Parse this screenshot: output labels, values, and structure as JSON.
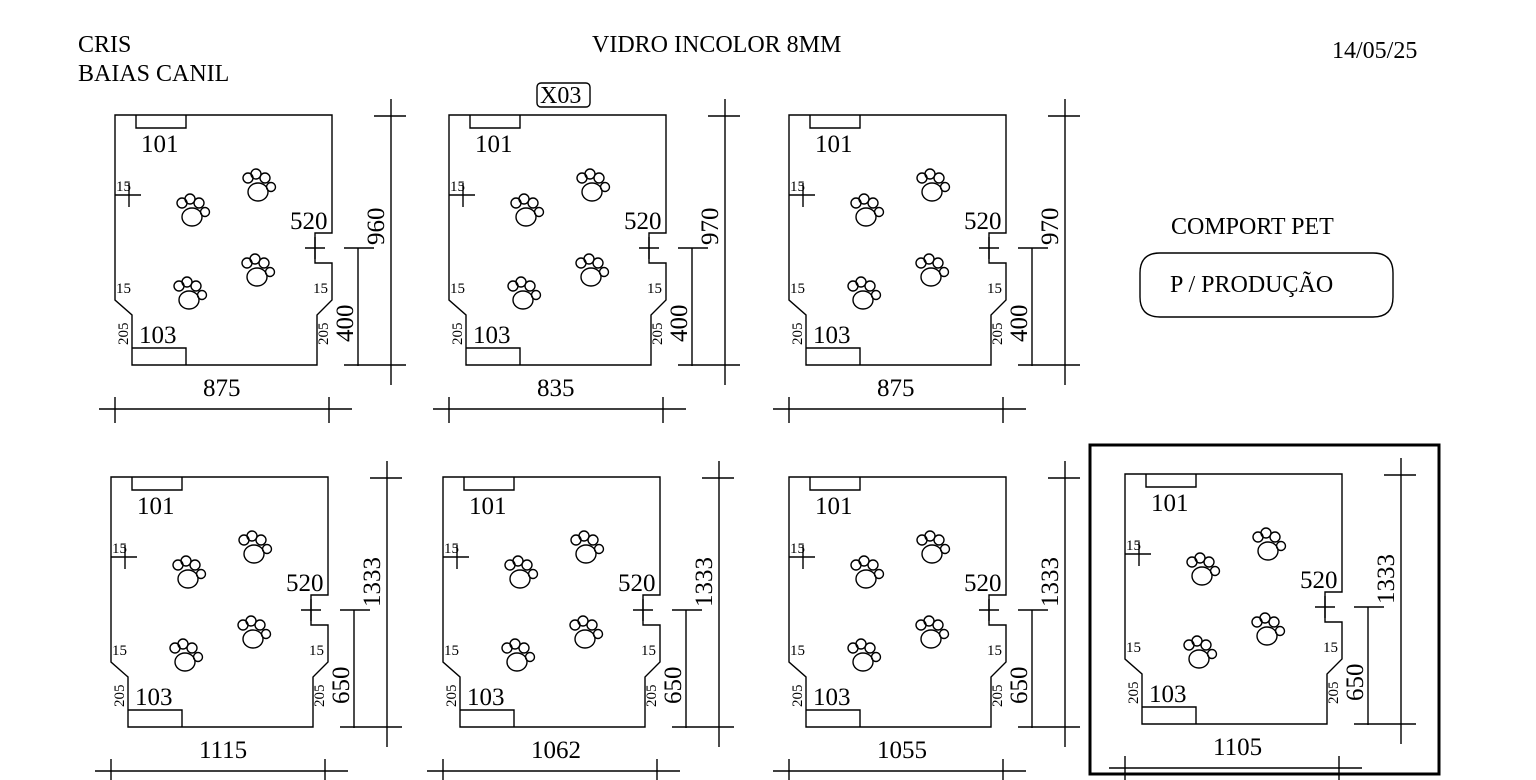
{
  "header": {
    "client": "CRIS",
    "project": "BAIAS CANIL",
    "material": "VIDRO INCOLOR 8MM",
    "date": "14/05/25"
  },
  "comport": {
    "title": "COMPORT PET",
    "status": "P / PRODUÇÃO"
  },
  "panels": [
    {
      "width": "875",
      "height": "960",
      "top_notch": "101",
      "bottom_notch": "103",
      "side_cut": "520",
      "side_height": "400",
      "edge_top": "15",
      "edge_mid": "15",
      "edge_right": "15",
      "edge_bottom": "205",
      "edge_bottom_right": "205",
      "tag": ""
    },
    {
      "width": "835",
      "height": "970",
      "top_notch": "101",
      "bottom_notch": "103",
      "side_cut": "520",
      "side_height": "400",
      "edge_top": "15",
      "edge_mid": "15",
      "edge_right": "15",
      "edge_bottom": "205",
      "edge_bottom_right": "205",
      "tag": "X03"
    },
    {
      "width": "875",
      "height": "970",
      "top_notch": "101",
      "bottom_notch": "103",
      "side_cut": "520",
      "side_height": "400",
      "edge_top": "15",
      "edge_mid": "15",
      "edge_right": "15",
      "edge_bottom": "205",
      "edge_bottom_right": "205",
      "tag": ""
    },
    {
      "width": "1115",
      "height": "1333",
      "top_notch": "101",
      "bottom_notch": "103",
      "side_cut": "520",
      "side_height": "650",
      "edge_top": "15",
      "edge_mid": "15",
      "edge_right": "15",
      "edge_bottom": "205",
      "edge_bottom_right": "205",
      "tag": ""
    },
    {
      "width": "1062",
      "height": "1333",
      "top_notch": "101",
      "bottom_notch": "103",
      "side_cut": "520",
      "side_height": "650",
      "edge_top": "15",
      "edge_mid": "15",
      "edge_right": "15",
      "edge_bottom": "205",
      "edge_bottom_right": "205",
      "tag": ""
    },
    {
      "width": "1055",
      "height": "1333",
      "top_notch": "101",
      "bottom_notch": "103",
      "side_cut": "520",
      "side_height": "650",
      "edge_top": "15",
      "edge_mid": "15",
      "edge_right": "15",
      "edge_bottom": "205",
      "edge_bottom_right": "205",
      "tag": ""
    },
    {
      "width": "1105",
      "height": "1333",
      "top_notch": "101",
      "bottom_notch": "103",
      "side_cut": "520",
      "side_height": "650",
      "edge_top": "15",
      "edge_mid": "15",
      "edge_right": "15",
      "edge_bottom": "205",
      "edge_bottom_right": "205",
      "tag": ""
    }
  ]
}
